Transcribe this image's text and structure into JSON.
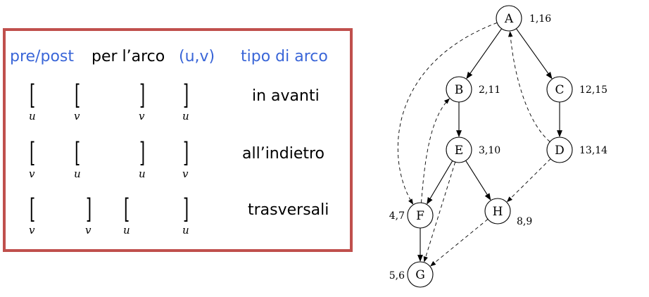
{
  "table": {
    "header": {
      "pre_post": "pre/post",
      "per_arco": "per l’arco",
      "uv": "(u,v)",
      "tipo": "tipo di arco"
    },
    "rows": [
      {
        "label": "in avanti",
        "vars": [
          "u",
          "v",
          "v",
          "u"
        ]
      },
      {
        "label": "all’indietro",
        "vars": [
          "v",
          "u",
          "u",
          "v"
        ]
      },
      {
        "label": "trasversali",
        "vars": [
          "v",
          "v",
          "u",
          "u"
        ]
      }
    ],
    "bracket_open": "[",
    "bracket_close": "]"
  },
  "graph": {
    "nodes": [
      {
        "id": "A",
        "label": "A",
        "times": "1,16"
      },
      {
        "id": "B",
        "label": "B",
        "times": "2,11"
      },
      {
        "id": "C",
        "label": "C",
        "times": "12,15"
      },
      {
        "id": "D",
        "label": "D",
        "times": "13,14"
      },
      {
        "id": "E",
        "label": "E",
        "times": "3,10"
      },
      {
        "id": "F",
        "label": "F",
        "times": "4,7"
      },
      {
        "id": "H",
        "label": "H",
        "times": "8,9"
      },
      {
        "id": "G",
        "label": "G",
        "times": "5,6"
      }
    ],
    "tree_edges": [
      [
        "A",
        "B"
      ],
      [
        "A",
        "C"
      ],
      [
        "B",
        "E"
      ],
      [
        "C",
        "D"
      ],
      [
        "E",
        "F"
      ],
      [
        "E",
        "H"
      ],
      [
        "F",
        "G"
      ]
    ],
    "non_tree_edges": [
      [
        "A",
        "F"
      ],
      [
        "F",
        "B"
      ],
      [
        "D",
        "A"
      ],
      [
        "D",
        "H"
      ],
      [
        "E",
        "G"
      ],
      [
        "H",
        "G"
      ]
    ]
  }
}
